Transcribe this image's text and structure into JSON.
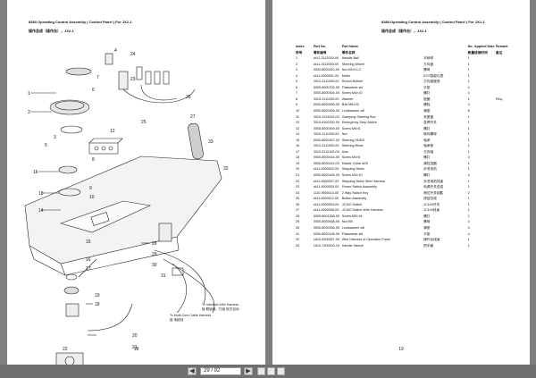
{
  "left_page": {
    "title": "8383 Operating Control Assembly ( Control Panel ) For JX2-1",
    "subtitle_cn": "操作总成（操作台），JX2-1",
    "page_number": "18",
    "callouts": [
      "1",
      "2",
      "3",
      "4",
      "5",
      "6",
      "7",
      "8",
      "9",
      "10",
      "11",
      "12",
      "13",
      "14",
      "15",
      "16",
      "17",
      "18",
      "19",
      "20",
      "21",
      "22",
      "23",
      "24",
      "25",
      "26",
      "27",
      "28",
      "29",
      "30",
      "31",
      "32",
      "33"
    ],
    "notes": [
      "To Interlock Wire Harness",
      "接 联锁线，打组 软式自动",
      "To Multi-Core Cable Harness",
      "接 电缆线"
    ]
  },
  "right_page": {
    "title": "8383 Operating Control Assembly ( Control Panel ) For JX2-1",
    "subtitle_cn": "操作总成（操作台），JX2-1",
    "page_number": "19",
    "columns": [
      "Index",
      "Part No.",
      "Part Name",
      "",
      "No.",
      "Applied Date",
      "Remark"
    ],
    "columns_cn": [
      "序号",
      "零件编号",
      "零件名称",
      "",
      "数量",
      "适用时间",
      "备注"
    ],
    "rows": [
      [
        "1",
        "ck11-3112000-00",
        "Handle Ball",
        "手柄球",
        "1",
        "",
        ""
      ],
      [
        "2",
        "ck11-3112000-00",
        "Steering Wheel",
        "方向盘",
        "1",
        "",
        ""
      ],
      [
        "3",
        "0000-8000010-00",
        "Nut M10×1.2",
        "螺母",
        "1",
        "",
        ""
      ],
      [
        "4",
        "ck11-6000001-00",
        "Meter",
        "ECS智能仪表",
        "1",
        "",
        ""
      ],
      [
        "5",
        "3310-3111200-00",
        "Round Bottom",
        "方向盘搬底",
        "1",
        "",
        ""
      ],
      [
        "6",
        "0000-8000702-00",
        "Flatwasher ø4",
        "平垫",
        "4",
        "",
        ""
      ],
      [
        "7",
        "0000-8000304-00",
        "Screw M4×10",
        "螺钉",
        "4",
        "",
        ""
      ],
      [
        "8",
        "3310-3111200-00",
        "Washer",
        "垫圈",
        "1",
        "",
        "Req."
      ],
      [
        "9",
        "0000-8000005-00",
        "Bolt M5×25",
        "螺栓",
        "4",
        "",
        ""
      ],
      [
        "10",
        "0000-8000306-00",
        "Lockwasher ø5",
        "弹垫",
        "8",
        "",
        ""
      ],
      [
        "11",
        "3310-3113200-00",
        "Clamping Steering Box",
        "夹紧盒",
        "1",
        "",
        ""
      ],
      [
        "12",
        "3310-6100200-00",
        "Emergency Stop Switch",
        "急停开关",
        "1",
        "",
        ""
      ],
      [
        "13",
        "0000-8000309-00",
        "Screw M5×6",
        "螺钉",
        "1",
        "",
        ""
      ],
      [
        "14",
        "3310-3111300-00",
        "Nut",
        "转向螺母",
        "1",
        "",
        ""
      ],
      [
        "15",
        "0000-8000307-00",
        "Steering 91803",
        "轴承",
        "1",
        "",
        ""
      ],
      [
        "16",
        "3310-3111000-00",
        "Steering Block",
        "轴承座",
        "1",
        "",
        ""
      ],
      [
        "17",
        "3310-3112100-00",
        "Axis",
        "方向轴",
        "1",
        "",
        ""
      ],
      [
        "18",
        "0000-8000416-00",
        "Screw M4×6",
        "螺钉",
        "4",
        "",
        ""
      ],
      [
        "19",
        "0000-8000411-00",
        "Elastic Collar ø25",
        "弹性挡圈",
        "1",
        "",
        ""
      ],
      [
        "20",
        "ck11-6000002-00",
        "Stepping Motor",
        "步进电机",
        "1",
        "",
        ""
      ],
      [
        "21",
        "0000-8000428-00",
        "Screw M3×10",
        "螺钉",
        "4",
        "",
        ""
      ],
      [
        "22",
        "ck11-6000207-00",
        "Stepping Motor Wire Harness",
        "步进电机线束",
        "1",
        "",
        ""
      ],
      [
        "23",
        "ck11-5000000-00",
        "Power Switch Assembly",
        "电源开关总成",
        "1",
        "",
        ""
      ],
      [
        "24",
        "1110-9000110-00",
        "2 Way Switch Key",
        "两位开关钥匙",
        "2",
        "",
        ""
      ],
      [
        "25",
        "ck11-6000112-00",
        "Button Assembly",
        "按钮总成",
        "1",
        "",
        ""
      ],
      [
        "26",
        "ck11-6000003-00",
        "JC100 Switch",
        "JC100开关",
        "1",
        "",
        ""
      ],
      [
        "27",
        "ck11-6000008-00",
        "JC100 Switch Wire Harness",
        "JC100线束",
        "1",
        "",
        ""
      ],
      [
        "28",
        "0000-8001208-00",
        "Screw M5×16",
        "螺钉",
        "2",
        "",
        ""
      ],
      [
        "29",
        "0000-8000008-00",
        "Nut M5",
        "螺母",
        "4",
        "",
        ""
      ],
      [
        "30",
        "0000-8000306-00",
        "Lockwasher ø5",
        "弹垫",
        "4",
        "",
        ""
      ],
      [
        "31",
        "0000-8000108-00",
        "Flatwasher ø5",
        "平垫",
        "4",
        "",
        ""
      ],
      [
        "32",
        "1610-5300007-00",
        "Wire Harness of Operation Panel",
        "操作台线束",
        "1",
        "",
        ""
      ],
      [
        "33",
        "1610-7400003-10",
        "Handle Sleeve",
        "把手套",
        "1",
        "",
        ""
      ]
    ]
  },
  "toolbar": {
    "current_page": "29",
    "total_pages": "92",
    "page_indicator": "29 / 92",
    "prev_label": "◀",
    "next_label": "▶"
  }
}
